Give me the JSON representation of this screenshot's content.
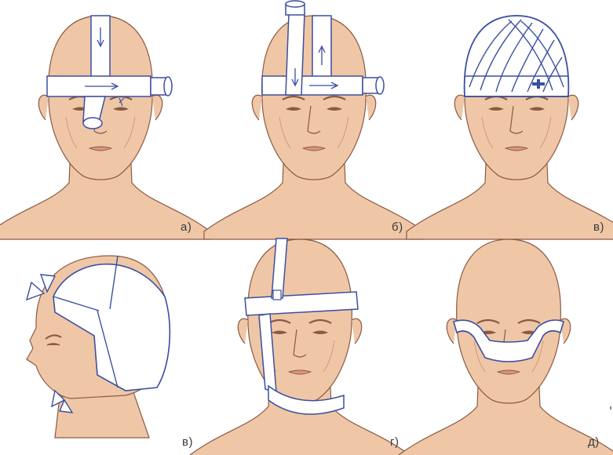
{
  "figures": [
    {
      "id": "a",
      "caption": "а)"
    },
    {
      "id": "b",
      "caption": "б)"
    },
    {
      "id": "v1",
      "caption": "в)"
    },
    {
      "id": "v2",
      "caption": "в)"
    },
    {
      "id": "g",
      "caption": "г)"
    },
    {
      "id": "d",
      "caption": "д)"
    }
  ],
  "colors": {
    "skin": "#efc7a7",
    "skin_shadow": "#e2ad88",
    "outline": "#8a5a44",
    "bandage": "#ffffff",
    "bandage_edge": "#3b4fa0",
    "caption": "#3a3a3a"
  }
}
